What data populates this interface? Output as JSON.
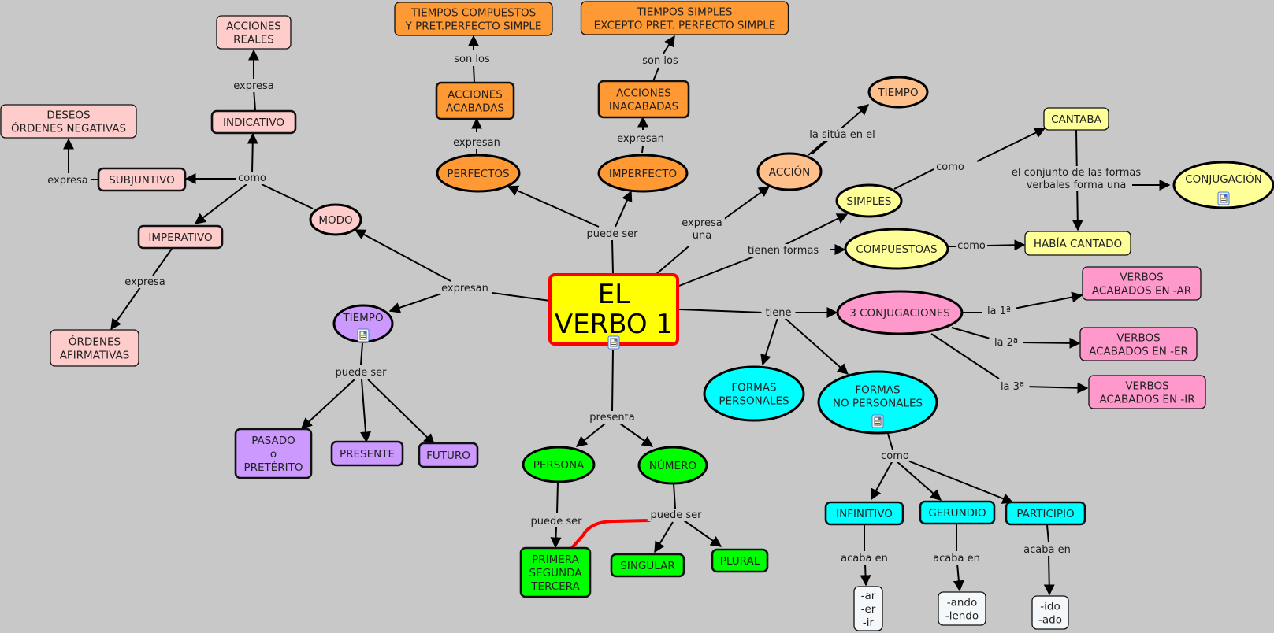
{
  "colors": {
    "background": "#c8c8c8",
    "pink": "#ffcccc",
    "orange": "#ff9933",
    "light_orange": "#ffc08c",
    "yellow_light": "#ffff99",
    "yellow_main": "#ffff00",
    "main_border": "#ff0000",
    "purple": "#cc99ff",
    "green": "#00ff00",
    "cyan": "#00ffff",
    "magenta": "#ff99cc",
    "white": "#f5f8fa",
    "cross_link": "#ff0000"
  },
  "main": {
    "line1": "EL",
    "line2": "VERBO 1",
    "icon": "resource-document-icon"
  },
  "nodes": {
    "acciones_reales": [
      "ACCIONES",
      "REALES"
    ],
    "deseos": [
      "DESEOS",
      "ÓRDENES NEGATIVAS"
    ],
    "indicativo": [
      "INDICATIVO"
    ],
    "subjuntivo": [
      "SUBJUNTIVO"
    ],
    "imperativo": [
      "IMPERATIVO"
    ],
    "ordenes_afirmativas": [
      "ÓRDENES",
      "AFIRMATIVAS"
    ],
    "modo": [
      "MODO"
    ],
    "tiempo_left": [
      "TIEMPO"
    ],
    "pasado": [
      "PASADO",
      "o",
      "PRETÉRITO"
    ],
    "presente": [
      "PRESENTE"
    ],
    "futuro": [
      "FUTURO"
    ],
    "tiempos_compuestos": [
      "TIEMPOS COMPUESTOS",
      "Y PRET.PERFECTO SIMPLE"
    ],
    "tiempos_simples": [
      "TIEMPOS SIMPLES",
      "EXCEPTO PRET. PERFECTO SIMPLE"
    ],
    "acciones_acabadas": [
      "ACCIONES",
      "ACABADAS"
    ],
    "acciones_inacabadas": [
      "ACCIONES",
      "INACABADAS"
    ],
    "perfectos": [
      "PERFECTOS"
    ],
    "imperfecto": [
      "IMPERFECTO"
    ],
    "accion": [
      "ACCIÓN"
    ],
    "tiempo_right": [
      "TIEMPO"
    ],
    "simples": [
      "SIMPLES"
    ],
    "compuestoas": [
      "COMPUESTOAS"
    ],
    "cantaba": [
      "CANTABA"
    ],
    "habia_cantado": [
      "HABÍA CANTADO"
    ],
    "conjugacion": [
      "CONJUGACIÓN"
    ],
    "tres_conjugaciones": [
      "3 CONJUGACIONES"
    ],
    "verbos_ar": [
      "VERBOS",
      "ACABADOS EN -AR"
    ],
    "verbos_er": [
      "VERBOS",
      "ACABADOS EN -ER"
    ],
    "verbos_ir": [
      "VERBOS",
      "ACABADOS EN -IR"
    ],
    "formas_personales": [
      "FORMAS",
      "PERSONALES"
    ],
    "formas_no_personales": [
      "FORMAS",
      "NO PERSONALES"
    ],
    "persona": [
      "PERSONA"
    ],
    "numero": [
      "NÚMERO"
    ],
    "primera": [
      "PRIMERA",
      "SEGUNDA",
      "TERCERA"
    ],
    "singular": [
      "SINGULAR"
    ],
    "plural": [
      "PLURAL"
    ],
    "infinitivo": [
      "INFINITIVO"
    ],
    "gerundio": [
      "GERUNDIO"
    ],
    "participio": [
      "PARTICIPIO"
    ],
    "end_inf": [
      "-ar",
      "-er",
      "-ir"
    ],
    "end_ger": [
      "-ando",
      "-iendo"
    ],
    "end_par": [
      "-ido",
      "-ado"
    ]
  },
  "links": {
    "expresa_reales": [
      "expresa"
    ],
    "como_modo": [
      "como"
    ],
    "expresa_deseos": [
      "expresa"
    ],
    "expresa_afirm": [
      "expresa"
    ],
    "expresan_left": [
      "expresan"
    ],
    "puede_ser_tiempo": [
      "puede ser"
    ],
    "son_los_1": [
      "son los"
    ],
    "son_los_2": [
      "son los"
    ],
    "expresan_perf": [
      "expresan"
    ],
    "expresan_imperf": [
      "expresan"
    ],
    "puede_ser_main": [
      "puede ser"
    ],
    "expresa_una": [
      "expresa",
      "una"
    ],
    "la_situa": [
      "la sitúa en el"
    ],
    "tienen_formas": [
      "tienen formas"
    ],
    "como_simples": [
      "como"
    ],
    "como_comp": [
      "como"
    ],
    "conjunto": [
      "el conjunto de las formas",
      "verbales forma una"
    ],
    "tiene": [
      "tiene"
    ],
    "la_1": [
      "la 1ª"
    ],
    "la_2": [
      "la 2ª"
    ],
    "la_3": [
      "la 3ª"
    ],
    "presenta": [
      "presenta"
    ],
    "puede_ser_persona": [
      "puede ser"
    ],
    "puede_ser_numero": [
      "puede ser"
    ],
    "como_formas": [
      "como"
    ],
    "acaba_inf": [
      "acaba en"
    ],
    "acaba_ger": [
      "acaba en"
    ],
    "acaba_par": [
      "acaba en"
    ]
  }
}
